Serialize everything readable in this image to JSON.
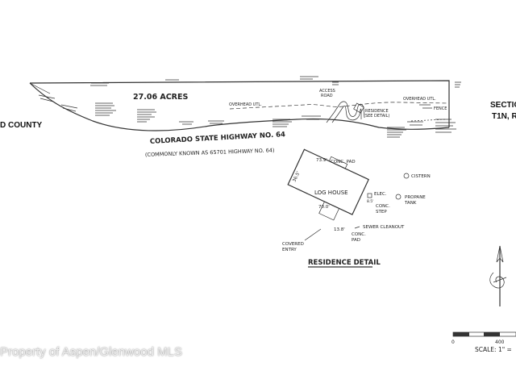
{
  "labels": {
    "county_fragment": "D COUNTY",
    "section_fragment": "SECTIO",
    "township_fragment": "T1N, R",
    "acres": "27.06 ACRES",
    "highway": "COLORADO STATE HIGHWAY NO. 64",
    "highway_aka": "(COMMONLY KNOWN AS 65701 HIGHWAY NO. 64)",
    "overhead_util_1": "OVERHEAD UTL.",
    "overhead_util_2": "OVERHEAD UTL.",
    "access_road": "ACCESS\nROAD",
    "residence_callout": "RESIDENCE\n(SEE DETAIL)",
    "fence": "FENCE",
    "log_house": "LOG HOUSE",
    "conc_pad_top": "CONC. PAD",
    "cistern": "CISTERN",
    "elec": "ELEC.",
    "propane_tank": "PROPANE\nTANK",
    "conc_step": "CONC.\nSTEP",
    "sewer_cleanout": "SEWER CLEANOUT",
    "covered_entry": "COVERED\nENTRY",
    "conc_pad_bottom": "CONC.\nPAD",
    "residence_detail": "RESIDENCE DETAIL",
    "dim_top": "73.9'",
    "dim_left": "36.5'",
    "dim_bottom": "70.0'",
    "dim_entry": "13.8'",
    "dim_side": "8.5'"
  },
  "scale": {
    "label": "SCALE:  1\" =",
    "tick_0": "0",
    "tick_400": "400"
  },
  "watermark": "Property of Aspen/Glenwood MLS",
  "colors": {
    "ink": "#333333",
    "background": "#ffffff"
  }
}
